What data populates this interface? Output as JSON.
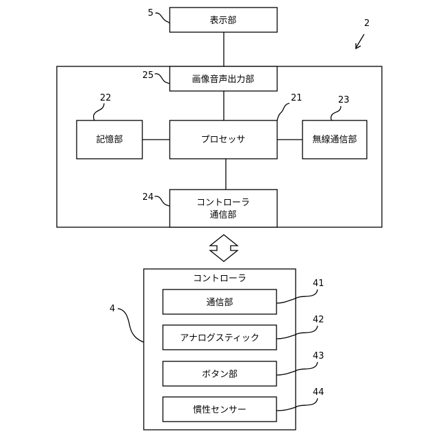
{
  "system": {
    "ref": "2"
  },
  "display": {
    "ref": "5",
    "label": "表示部"
  },
  "av_output": {
    "ref": "25",
    "label": "画像音声出力部"
  },
  "memory": {
    "ref": "22",
    "label": "記憶部"
  },
  "processor": {
    "ref": "21",
    "label": "プロセッサ"
  },
  "wireless": {
    "ref": "23",
    "label": "無線通信部"
  },
  "controller_comm": {
    "ref": "24",
    "label_line1": "コントローラ",
    "label_line2": "通信部"
  },
  "controller": {
    "ref": "4",
    "title": "コントローラ",
    "items": [
      {
        "ref": "41",
        "label": "通信部"
      },
      {
        "ref": "42",
        "label": "アナログスティック"
      },
      {
        "ref": "43",
        "label": "ボタン部"
      },
      {
        "ref": "44",
        "label": "慣性センサー"
      }
    ]
  }
}
